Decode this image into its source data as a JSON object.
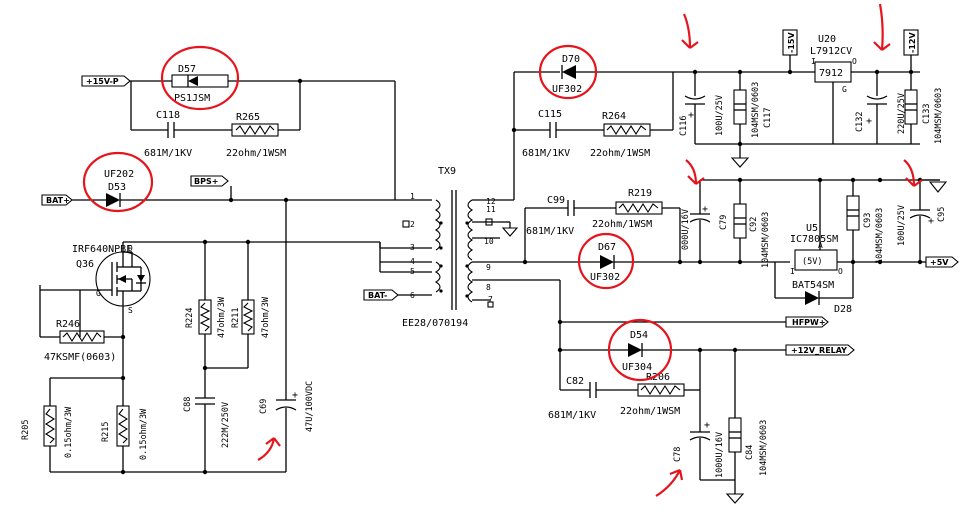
{
  "nets": {
    "p15vp": "+15V-P",
    "batp": "BAT+",
    "bpsp": "BPS+",
    "batn": "BAT-",
    "n15v": "-15V",
    "n12v": "-12V",
    "p5v": "+5V",
    "hfpwp": "HFPW+",
    "p12vrelay": "+12V_RELAY"
  },
  "components": {
    "d57": {
      "ref": "D57",
      "value": "PS1JSM"
    },
    "c118": {
      "ref": "C118",
      "value": "681M/1KV"
    },
    "r265": {
      "ref": "R265",
      "value": "22ohm/1WSM"
    },
    "d53": {
      "ref": "D53",
      "value": "UF202"
    },
    "q36": {
      "ref": "Q36",
      "value": "IRF640NPBF",
      "pin_d": "D",
      "pin_g": "G",
      "pin_s": "S"
    },
    "r246": {
      "ref": "R246",
      "value": "47KSMF(0603)"
    },
    "r205": {
      "ref": "R205",
      "value": "0.15ohm/3W"
    },
    "r215": {
      "ref": "R215",
      "value": "0.15ohm/3W"
    },
    "r224": {
      "ref": "R224",
      "value": "47ohm/3W"
    },
    "r211": {
      "ref": "R211",
      "value": "47ohm/3W"
    },
    "c88": {
      "ref": "C88",
      "value": "222M/250V"
    },
    "c69": {
      "ref": "C69",
      "value": "47U/100VDC"
    },
    "tx9": {
      "ref": "TX9",
      "value": "EE28/070194"
    },
    "d70": {
      "ref": "D70",
      "value": "UF302"
    },
    "c115": {
      "ref": "C115",
      "value": "681M/1KV"
    },
    "r264": {
      "ref": "R264",
      "value": "22ohm/1WSM"
    },
    "c116": {
      "ref": "C116",
      "value": "100U/25V"
    },
    "c117": {
      "ref": "C117",
      "value": "104MSM/0603"
    },
    "u20": {
      "ref": "U20",
      "value": "L7912CV",
      "body": "7912",
      "pin_i": "I",
      "pin_o": "O",
      "pin_g": "G"
    },
    "c132": {
      "ref": "C132",
      "value": "220U/25V"
    },
    "c133": {
      "ref": "C133",
      "value": "104MSM/0603"
    },
    "c99": {
      "ref": "C99",
      "value": "681M/1KV"
    },
    "r219": {
      "ref": "R219",
      "value": "22ohm/1WSM"
    },
    "d67": {
      "ref": "D67",
      "value": "UF302"
    },
    "c79": {
      "ref": "C79",
      "value": "000U/16V"
    },
    "c92": {
      "ref": "C92",
      "value": "104MSM/0603"
    },
    "u5": {
      "ref": "U5",
      "value": "IC7805SM",
      "body": "(5V)",
      "pin_i": "I",
      "pin_o": "O",
      "pin_a": "A"
    },
    "c93": {
      "ref": "C93",
      "value": "104MSM/0603"
    },
    "c95": {
      "ref": "C95",
      "value": "100U/25V"
    },
    "d28": {
      "ref": "D28",
      "value": "BAT54SM"
    },
    "d54": {
      "ref": "D54",
      "value": "UF304"
    },
    "c82": {
      "ref": "C82",
      "value": "681M/1KV"
    },
    "r206": {
      "ref": "R206",
      "value": "22ohm/1WSM"
    },
    "c78": {
      "ref": "C78",
      "value": "1000U/16V"
    },
    "c84": {
      "ref": "C84",
      "value": "104MSM/0603"
    }
  },
  "tx_pins": [
    "1",
    "2",
    "3",
    "4",
    "5",
    "6",
    "12",
    "11",
    "10",
    "9",
    "8",
    "7"
  ],
  "colors": {
    "annotation": "#e4151c",
    "wire": "#000000",
    "background": "#ffffff"
  }
}
